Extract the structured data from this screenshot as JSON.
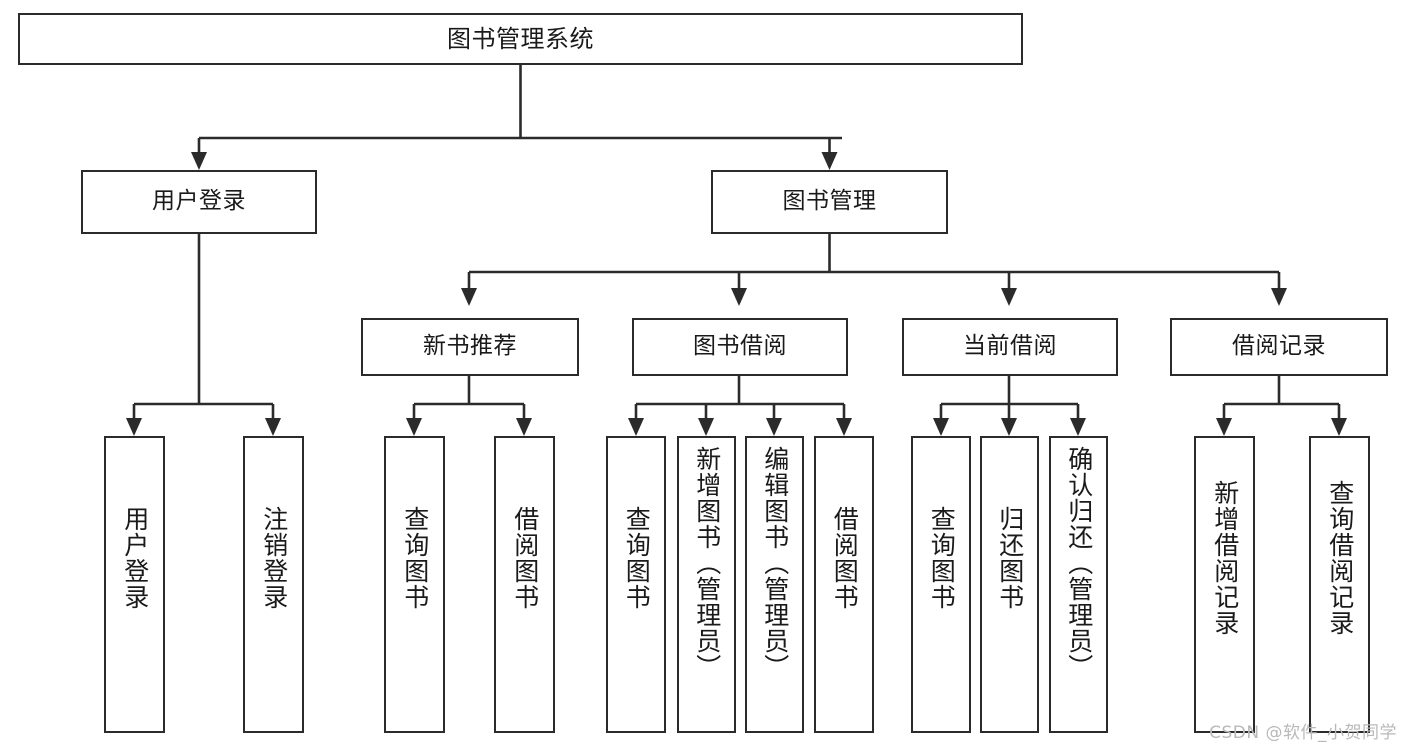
{
  "diagram": {
    "type": "tree-hierarchy",
    "title": "图书管理系统",
    "watermark": "CSDN @软件_小贺同学",
    "colors": {
      "background": "#ffffff",
      "stroke": "#2b2b2b",
      "text": "#1a1a1a",
      "watermark": "#b9b9b9"
    },
    "root": {
      "label": "图书管理系统"
    },
    "level2": [
      {
        "id": "user-login",
        "label": "用户登录"
      },
      {
        "id": "book-manage",
        "label": "图书管理"
      }
    ],
    "level3": [
      {
        "id": "new-book-recommend",
        "label": "新书推荐",
        "parent": "book-manage"
      },
      {
        "id": "book-borrow",
        "label": "图书借阅",
        "parent": "book-manage"
      },
      {
        "id": "current-borrow",
        "label": "当前借阅",
        "parent": "book-manage"
      },
      {
        "id": "borrow-record",
        "label": "借阅记录",
        "parent": "book-manage"
      }
    ],
    "leaves": [
      {
        "id": "leaf-user-login",
        "label": "用户登录",
        "parent": "user-login"
      },
      {
        "id": "leaf-user-logout",
        "label": "注销登录",
        "parent": "user-login"
      },
      {
        "id": "leaf-query-book-1",
        "label": "查询图书",
        "parent": "new-book-recommend"
      },
      {
        "id": "leaf-borrow-book-1",
        "label": "借阅图书",
        "parent": "new-book-recommend"
      },
      {
        "id": "leaf-query-book-2",
        "label": "查询图书",
        "parent": "book-borrow"
      },
      {
        "id": "leaf-add-book",
        "label": "新增图书（管理员）",
        "parent": "book-borrow"
      },
      {
        "id": "leaf-edit-book",
        "label": "编辑图书（管理员）",
        "parent": "book-borrow"
      },
      {
        "id": "leaf-borrow-book-2",
        "label": "借阅图书",
        "parent": "book-borrow"
      },
      {
        "id": "leaf-query-book-3",
        "label": "查询图书",
        "parent": "current-borrow"
      },
      {
        "id": "leaf-return-book",
        "label": "归还图书",
        "parent": "current-borrow"
      },
      {
        "id": "leaf-confirm-return",
        "label": "确认归还（管理员）",
        "parent": "current-borrow"
      },
      {
        "id": "leaf-add-record",
        "label": "新增借阅记录",
        "parent": "borrow-record"
      },
      {
        "id": "leaf-query-record",
        "label": "查询借阅记录",
        "parent": "borrow-record"
      }
    ]
  }
}
